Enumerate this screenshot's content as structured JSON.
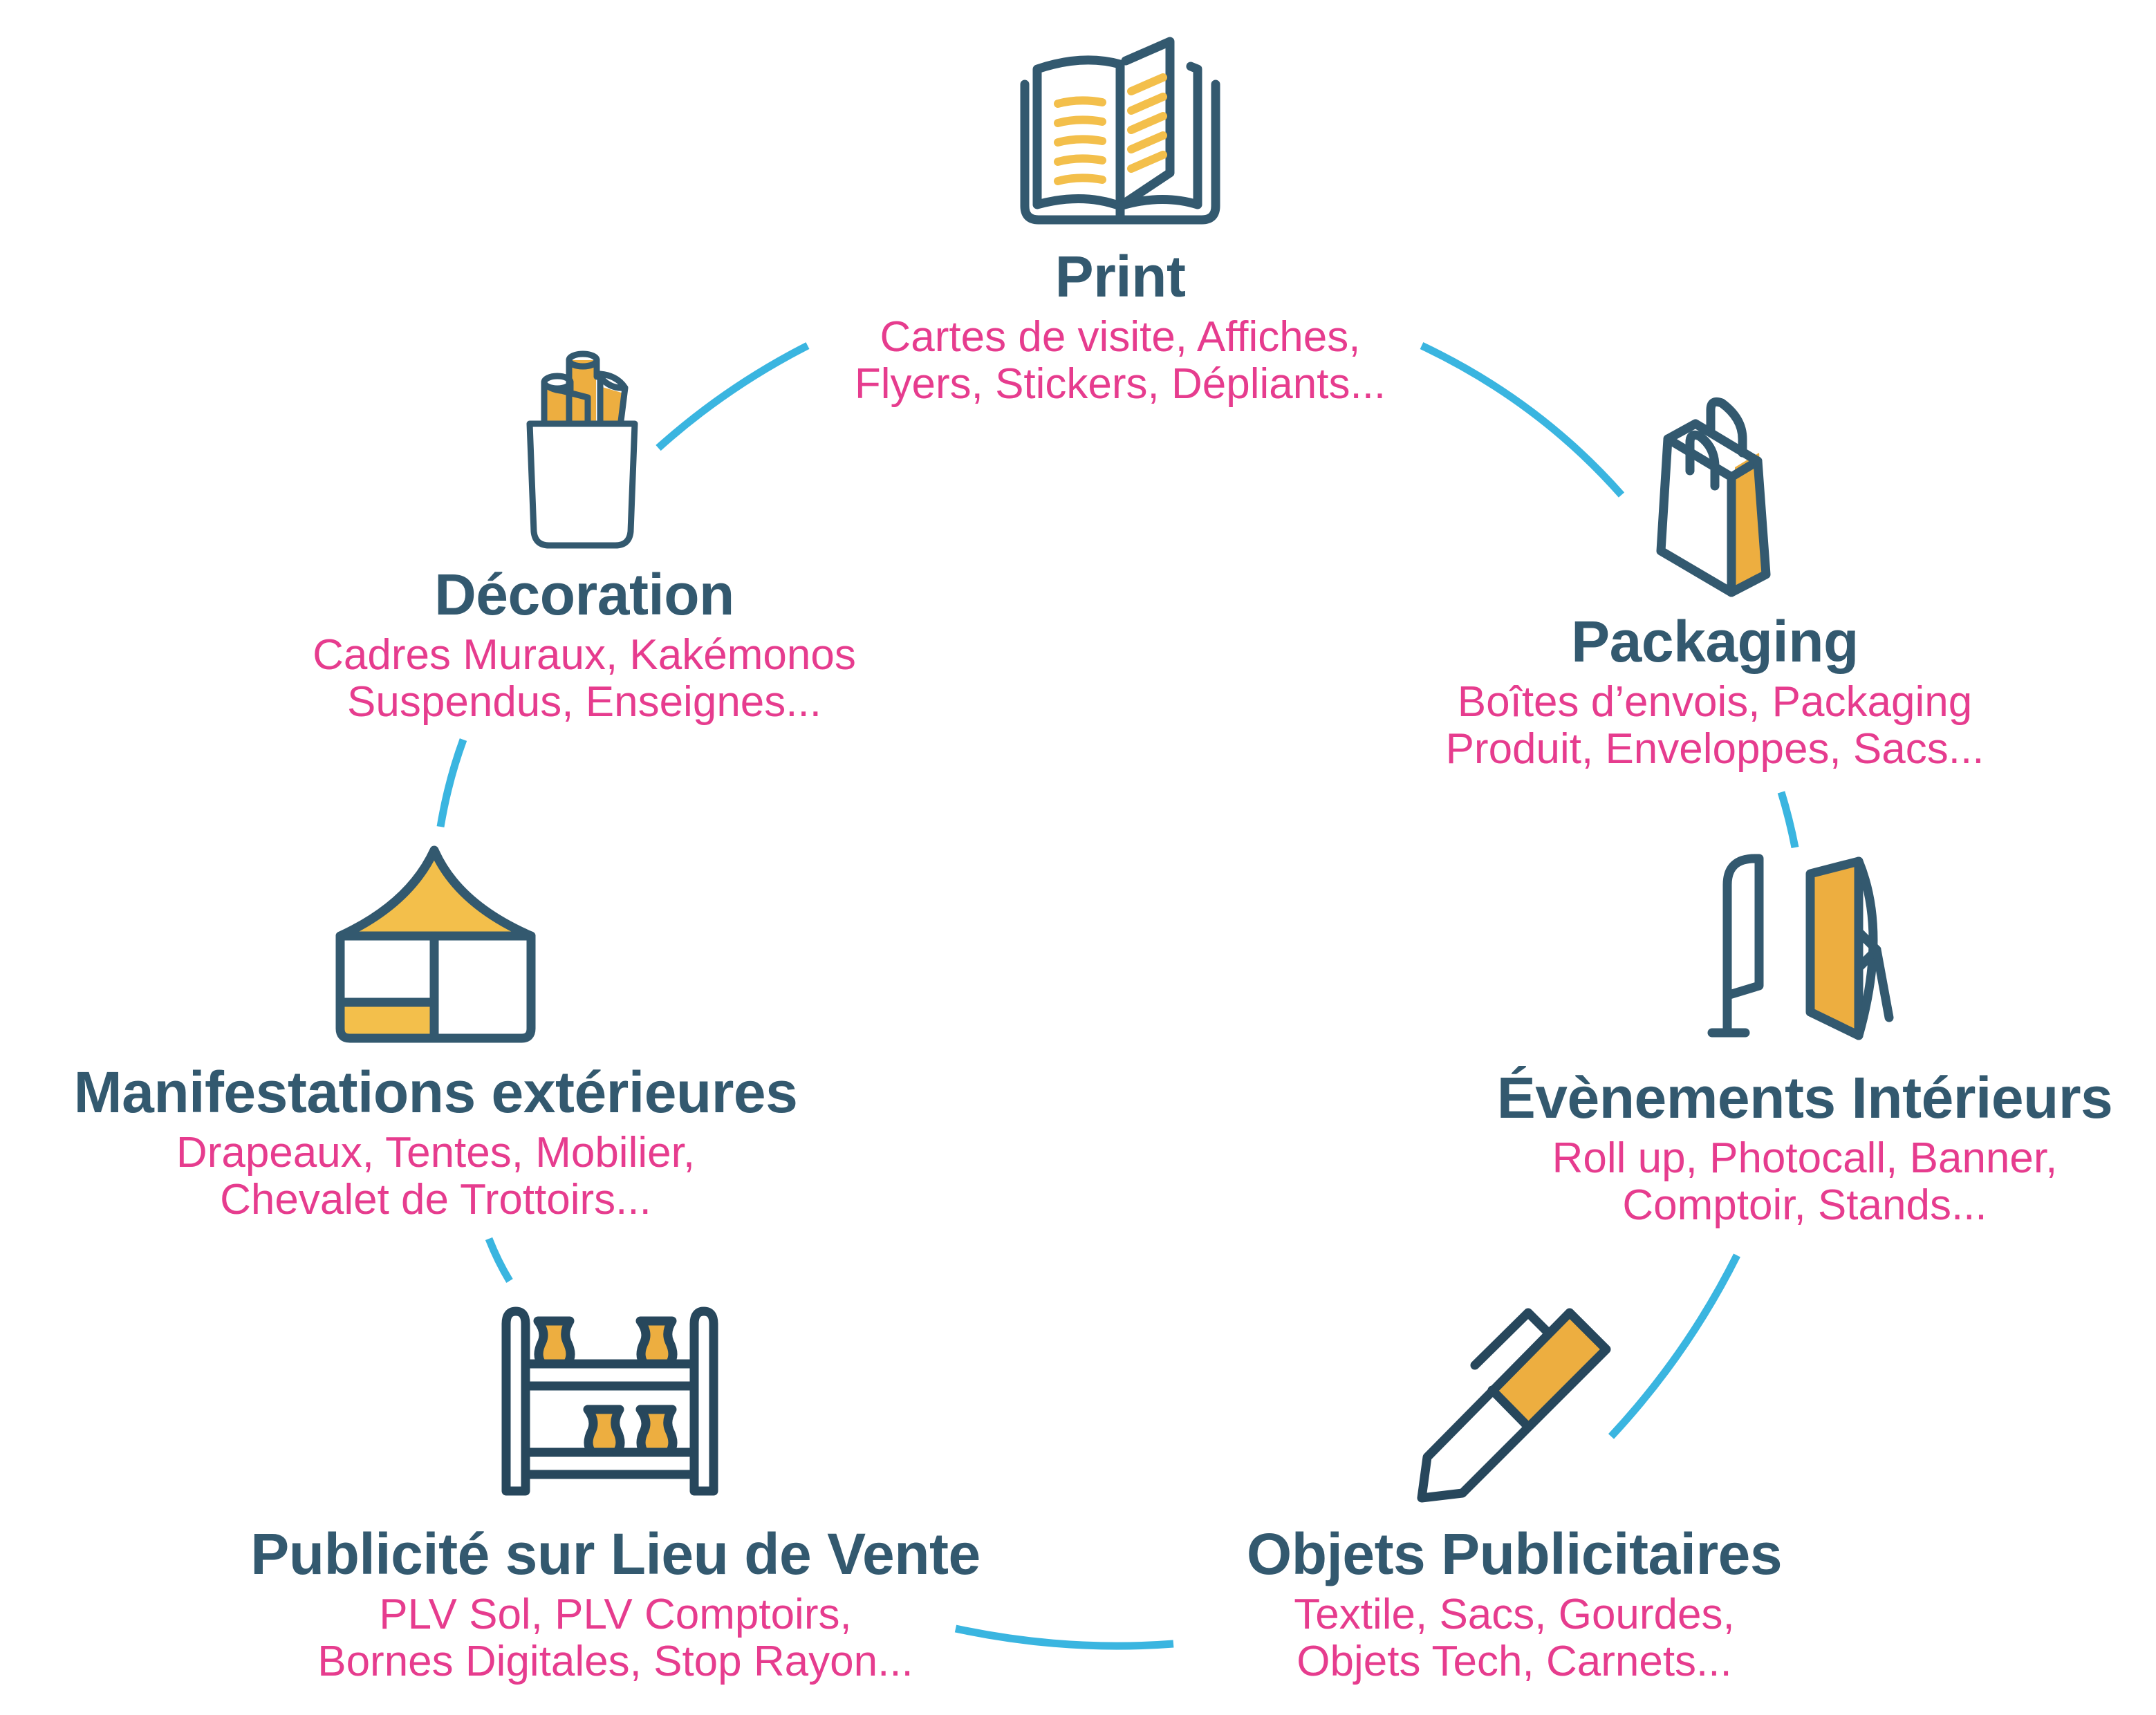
{
  "diagram": {
    "type": "circular-cycle",
    "colors": {
      "title": "#33596F",
      "description": "#E63C8E",
      "connector": "#3AB5E0",
      "icon_stroke": "#33596F",
      "icon_fill": "#EDAE40"
    },
    "nodes": [
      {
        "id": "print",
        "icon": "open-book-icon",
        "title": "Print",
        "lines": [
          "Cartes de visite, Affiches,",
          "Flyers, Stickers, Dépliants..."
        ]
      },
      {
        "id": "packaging",
        "icon": "shopping-bag-icon",
        "title": "Packaging",
        "lines": [
          "Boîtes d’envois, Packaging",
          "Produit, Enveloppes, Sacs..."
        ]
      },
      {
        "id": "evenements-interieurs",
        "icon": "roll-up-banner-icon",
        "title": "Évènements Intérieurs",
        "lines": [
          "Roll up, Photocall, Banner,",
          "Comptoir, Stands..."
        ]
      },
      {
        "id": "objets-publicitaires",
        "icon": "pen-icon",
        "title": "Objets Publicitaires",
        "lines": [
          "Textile, Sacs, Gourdes,",
          "Objets Tech, Carnets..."
        ]
      },
      {
        "id": "plv",
        "icon": "display-shelf-icon",
        "title": "Publicité sur Lieu de Vente",
        "lines": [
          "PLV Sol, PLV Comptoirs,",
          "Bornes Digitales, Stop Rayon..."
        ]
      },
      {
        "id": "manifestations-exterieures",
        "icon": "tent-icon",
        "title": "Manifestations extérieures",
        "lines": [
          "Drapeaux, Tentes, Mobilier,",
          "Chevalet de Trottoirs..."
        ]
      },
      {
        "id": "decoration",
        "icon": "rolled-posters-cup-icon",
        "title": "Décoration",
        "lines": [
          "Cadres Muraux, Kakémonos",
          "Suspendus, Enseignes..."
        ]
      }
    ]
  }
}
